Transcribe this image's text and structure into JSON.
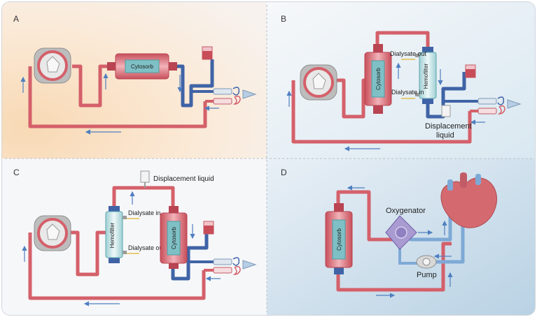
{
  "panels": [
    {
      "letter": "A",
      "device": "Cytosorb"
    },
    {
      "letter": "B",
      "device": "Cytosorb",
      "filter": "Hemofilter",
      "dialysate_out": "Dialysate out",
      "dialysate_in": "Dialysate in",
      "displacement_line1": "Displacement",
      "displacement_line2": "liquid"
    },
    {
      "letter": "C",
      "device": "Cytosorb",
      "filter": "Hemofilter",
      "dialysate_in": "Dialysate in",
      "dialysate_out": "Dialysate out",
      "displacement": "Displacement liquid"
    },
    {
      "letter": "D",
      "device": "Cytosorb",
      "oxygenator": "Oxygenator",
      "pump": "Pump"
    }
  ],
  "colors": {
    "arterial": "#d4606a",
    "venous": "#3f63a6",
    "venous_light": "#7ea9d6",
    "arrow": "#4f7fc0",
    "pump_gray": "#8f8f8f",
    "device_teal": "#7ec0c5",
    "oxygenator": "#a99bd1"
  }
}
